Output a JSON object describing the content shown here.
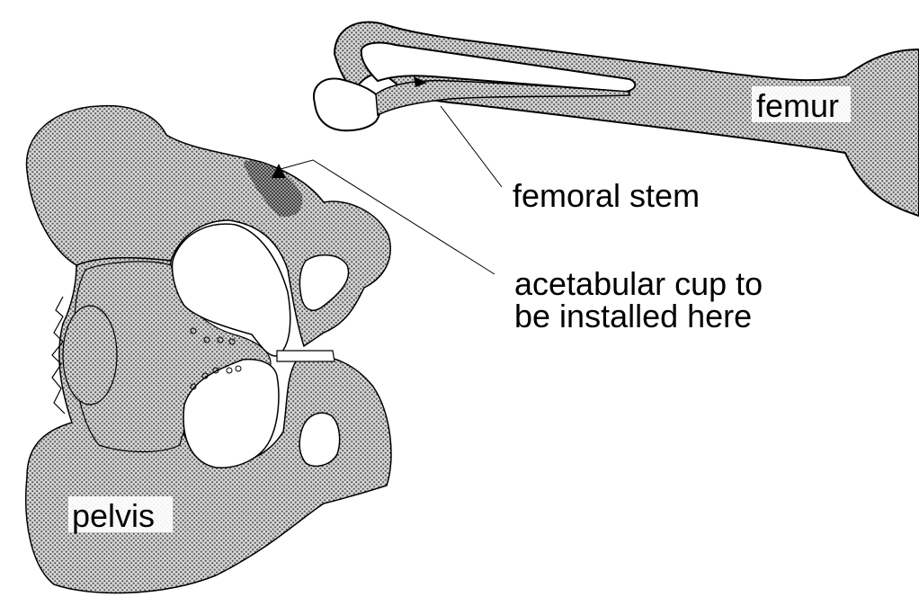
{
  "diagram": {
    "labels": {
      "femur": "femur",
      "femoral_stem": "femoral stem",
      "acetabular_cup_line1": "acetabular cup to",
      "acetabular_cup_line2": "be installed here",
      "pelvis": "pelvis"
    },
    "colors": {
      "bone_base": "#d9d9d9",
      "bone_dots": "#555555",
      "outline": "#000000",
      "background": "#ffffff"
    }
  }
}
